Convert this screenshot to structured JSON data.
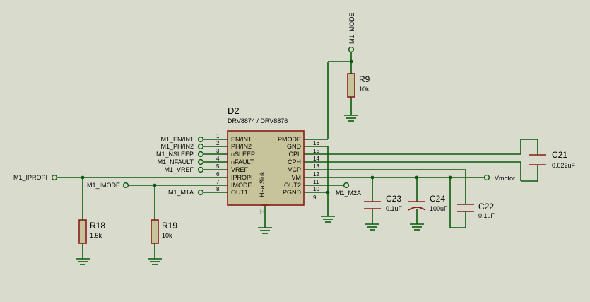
{
  "ic": {
    "ref": "D2",
    "value": "DRV8874 / DRV8876",
    "heatsink": "HeatSink",
    "pins_left": [
      {
        "num": "1",
        "name": "EN/IN1",
        "net": "M1_EN/IN1"
      },
      {
        "num": "2",
        "name": "PH/IN2",
        "net": "M1_PH/IN2"
      },
      {
        "num": "3",
        "name": "nSLEEP",
        "net": "M1_NSLEEP"
      },
      {
        "num": "4",
        "name": "nFAULT",
        "net": "M1_NFAULT"
      },
      {
        "num": "5",
        "name": "VREF",
        "net": "M1_VREF"
      },
      {
        "num": "6",
        "name": "IPROPI",
        "net": "M1_IPROPI"
      },
      {
        "num": "7",
        "name": "IMODE",
        "net": "M1_IMODE"
      },
      {
        "num": "8",
        "name": "OUT1",
        "net": "M1_M1A"
      }
    ],
    "pins_right": [
      {
        "num": "",
        "name": "PMODE"
      },
      {
        "num": "16",
        "name": "GND"
      },
      {
        "num": "15",
        "name": "CPL"
      },
      {
        "num": "14",
        "name": "CPH"
      },
      {
        "num": "13",
        "name": "VCP"
      },
      {
        "num": "12",
        "name": "VM"
      },
      {
        "num": "11",
        "name": "OUT2"
      },
      {
        "num": "10",
        "name": "PGND"
      }
    ],
    "pin_9": "9"
  },
  "nets": {
    "m1_mode": "M1_MODE",
    "vmotor": "Vmotor",
    "m1_m2a": "M1_M2A"
  },
  "components": {
    "r9": {
      "ref": "R9",
      "value": "10k"
    },
    "r18": {
      "ref": "R18",
      "value": "1.5k"
    },
    "r19": {
      "ref": "R19",
      "value": "10k"
    },
    "c21": {
      "ref": "C21",
      "value": "0.022uF"
    },
    "c22": {
      "ref": "C22",
      "value": "0.1uF"
    },
    "c23": {
      "ref": "C23",
      "value": "0.1uF"
    },
    "c24": {
      "ref": "C24",
      "value": "100uF"
    }
  }
}
